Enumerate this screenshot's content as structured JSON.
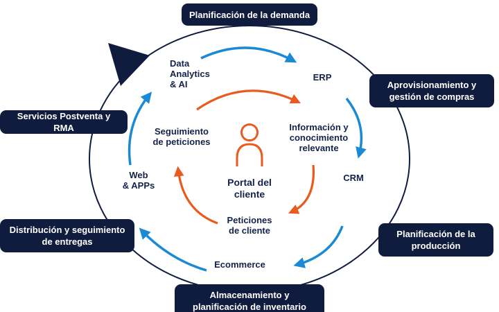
{
  "diagram_title": "Portal del cliente",
  "colors": {
    "navy": "#101c3d",
    "blue": "#1b8ad4",
    "orange": "#ea5a1e",
    "text": "#14224a"
  },
  "pills": {
    "top": {
      "l1": "Planificación de la demanda"
    },
    "right_upper": {
      "l1": "Aprovisionamiento y",
      "l2": "gestión de compras"
    },
    "right_lower": {
      "l1": "Planificación de la",
      "l2": "producción"
    },
    "bottom": {
      "l1": "Almacenamiento y",
      "l2": "planificación de inventario"
    },
    "left_lower": {
      "l1": "Distribución y seguimiento",
      "l2": "de entregas"
    },
    "left_upper": {
      "l1": "Servicios Postventa y RMA"
    }
  },
  "labels": {
    "data_analytics": {
      "l1": "Data",
      "l2": "Analytics",
      "l3": "& AI"
    },
    "erp": "ERP",
    "informacion": {
      "l1": "Información y",
      "l2": "conocimiento",
      "l3": "relevante"
    },
    "crm": "CRM",
    "seguimiento": {
      "l1": "Seguimiento",
      "l2": "de peticiones"
    },
    "web_apps": {
      "l1": "Web",
      "l2": "& APPs"
    },
    "portal": {
      "l1": "Portal del",
      "l2": "cliente"
    },
    "peticiones": {
      "l1": "Peticiones",
      "l2": "de cliente"
    },
    "ecommerce": "Ecommerce"
  },
  "icons": {
    "person_icon": "person-silhouette"
  }
}
